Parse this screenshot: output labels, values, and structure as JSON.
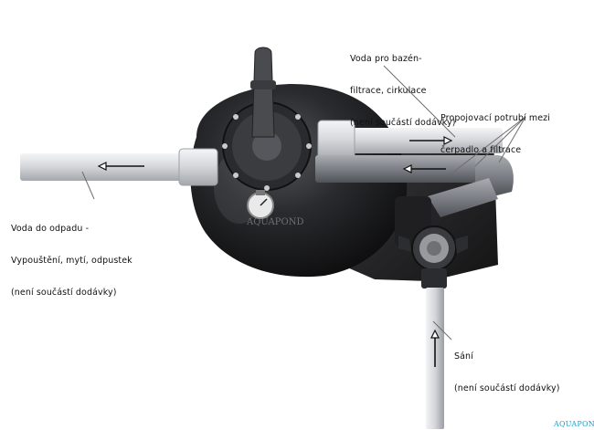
{
  "labels": {
    "return": {
      "lines": [
        "Voda pro bazén-",
        "filtrace, cirkulace",
        "(není součástí dodávky)"
      ]
    },
    "connecting": {
      "lines": [
        "Propojovací potrubí mezi",
        "čerpadlo a filtrace"
      ]
    },
    "waste": {
      "lines": [
        "Voda do odpadu -",
        "Vypouštění, mytí, odpustek",
        "(není součástí dodávky)"
      ]
    },
    "suction": {
      "lines": [
        "Sání",
        "(není součástí dodávky)"
      ]
    }
  },
  "watermark": "AQUAPOND",
  "colors": {
    "tank": "#1c1c1e",
    "pipe": "#d9dbdf",
    "pipe_dark": "#8f9297",
    "leader": "#6e6e6e",
    "watermark": "#1aa0c8"
  }
}
